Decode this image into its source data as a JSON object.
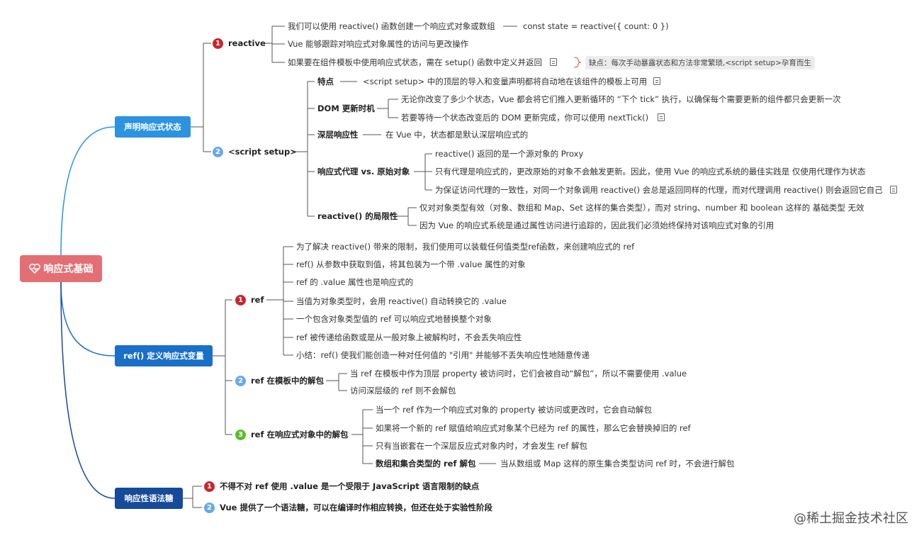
{
  "root": {
    "label": "响应式基础",
    "icon": "heart-icon",
    "color": "#e36f74"
  },
  "branches": {
    "b1": {
      "label": "声明响应式状态",
      "color": "#2b93e0"
    },
    "b2": {
      "label": "ref() 定义响应式变量",
      "color": "#1a6fc9"
    },
    "b3": {
      "label": "响应性语法糖",
      "color": "#164a9a"
    }
  },
  "reactive": {
    "num": "1",
    "label": "reactive",
    "items": [
      "我们可以使用 reactive() 函数创建一个响应式对象或数组",
      "Vue 能够跟踪对响应式对象属性的访问与更改操作",
      "如果要在组件模板中使用响应式状态，需在 setup() 函数中定义并返回"
    ],
    "code": "const state = reactive({ count: 0 })",
    "callout": "缺点：每次手动暴露状态和方法非常繁琐,<script setup>孕育而生"
  },
  "script_setup": {
    "num": "2",
    "label": "<script setup>",
    "feature_label": "特点",
    "feature_text": "<script setup> 中的顶层的导入和变量声明都将自动地在该组件的模板上可用",
    "dom_label": "DOM 更新时机",
    "dom_items": [
      "无论你改变了多少个状态，Vue 都会将它们推入更新循环的 “下个 tick” 执行，以确保每个需要更新的组件都只会更新一次",
      "若要等待一个状态改变后的 DOM 更新完成，你可以使用 nextTick()"
    ],
    "deep_label": "深层响应性",
    "deep_text": "在 Vue 中，状态都是默认深层响应式的",
    "proxy_label": "响应式代理 vs. 原始对象",
    "proxy_items": [
      "reactive() 返回的是一个源对象的 Proxy",
      "只有代理是响应式的，更改原始的对象不会触发更新。因此，使用 Vue 的响应式系统的最佳实践是 仅使用代理作为状态",
      "为保证访问代理的一致性，对同一个对象调用 reactive() 会总是返回同样的代理，而对代理调用 reactive() 则会返回它自己"
    ],
    "limit_label": "reactive() 的局限性",
    "limit_items": [
      "仅对对象类型有效（对象、数组和 Map、Set 这样的集合类型），而对 string、number 和 boolean 这样的 基础类型 无效",
      "因为 Vue 的响应式系统是通过属性访问进行追踪的，因此我们必须始终保持对该响应式对象的引用"
    ]
  },
  "ref": {
    "num": "1",
    "label": "ref",
    "items": [
      "为了解决 reactive() 带来的限制，我们使用可以装载任何值类型ref函数，来创建响应式的 ref",
      "ref() 从参数中获取到值，将其包装为一个带 .value 属性的对象",
      "ref 的 .value 属性也是响应式的",
      "当值为对象类型时，会用 reactive() 自动转换它的 .value",
      "一个包含对象类型值的 ref 可以响应式地替换整个对象",
      "ref 被传递给函数或是从一般对象上被解构时，不会丢失响应性",
      "小结：ref() 使我们能创造一种对任何值的 \"引用\" 并能够不丢失响应性地随意传递"
    ]
  },
  "ref_template": {
    "num": "2",
    "label": "ref 在模板中的解包",
    "items": [
      "当 ref 在模板中作为顶层 property 被访问时，它们会被自动“解包”，所以不需要使用 .value",
      "访问深层级的 ref 则不会解包"
    ]
  },
  "ref_reactive": {
    "num": "3",
    "label": "ref 在响应式对象中的解包",
    "items": [
      "当一个 ref 作为一个响应式对象的 property 被访问或更改时，它会自动解包",
      "如果将一个新的 ref 赋值给响应式对象某个已经为 ref 的属性，那么它会替换掉旧的 ref",
      "只有当嵌套在一个深层反应式对象内时，才会发生 ref 解包"
    ],
    "coll_label": "数组和集合类型的 ref 解包",
    "coll_text": "当从数组或 Map 这样的原生集合类型访问 ref 时，不会进行解包"
  },
  "sugar": [
    {
      "num": "1",
      "text": "不得不对 ref 使用 .value 是一个受限于 JavaScript 语言限制的缺点"
    },
    {
      "num": "2",
      "text": "Vue 提供了一个语法糖，可以在编译时作相应转换，但还在处于实验性阶段"
    }
  ],
  "watermark": "@稀土掘金技术社区"
}
